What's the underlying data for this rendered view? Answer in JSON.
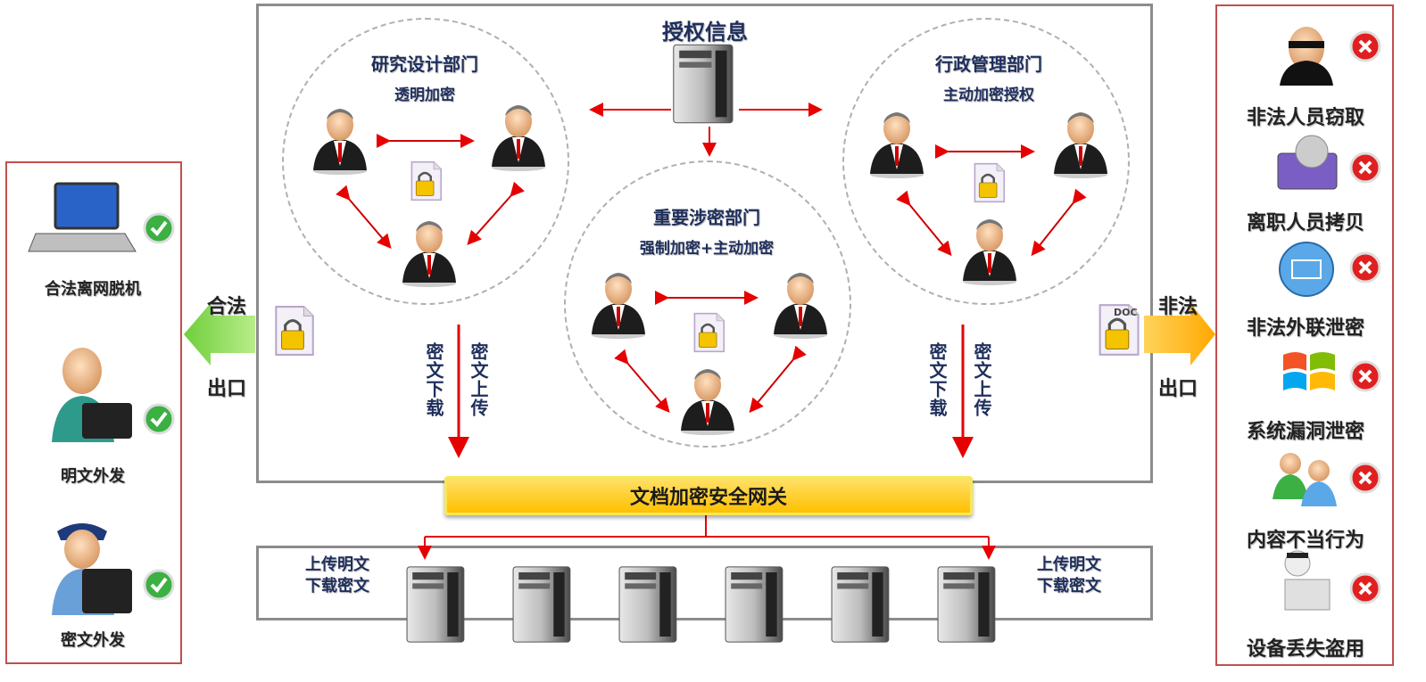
{
  "auth": {
    "title": "授权信息"
  },
  "depts": {
    "rd": {
      "name": "研究设计部门",
      "mode": "透明加密"
    },
    "admin": {
      "name": "行政管理部门",
      "mode": "主动加密授权"
    },
    "secret": {
      "name": "重要涉密部门",
      "mode": "强制加密+主动加密"
    }
  },
  "flows": {
    "download": "密文下载",
    "upload": "密文上传"
  },
  "gateway": {
    "label": "文档加密安全网关"
  },
  "servers": {
    "left_label": [
      "上传明文",
      "下载密文"
    ],
    "right_label": [
      "上传明文",
      "下载密文"
    ]
  },
  "exits": {
    "legal": {
      "top": "合法",
      "bottom": "出口"
    },
    "illegal": {
      "top": "非法",
      "bottom": "出口",
      "doc_tag": "DOC"
    }
  },
  "legal_items": [
    "合法离网脱机",
    "明文外发",
    "密文外发"
  ],
  "illegal_items": [
    "非法人员窃取",
    "离职人员拷贝",
    "非法外联泄密",
    "系统漏洞泄密",
    "内容不当行为",
    "设备丢失盗用"
  ],
  "colors": {
    "arrow_red": "#e60000",
    "panel_border": "#c0504d",
    "gateway_yellow": "#ffc000",
    "check_green": "#3cb043",
    "cross_red": "#e02020"
  }
}
